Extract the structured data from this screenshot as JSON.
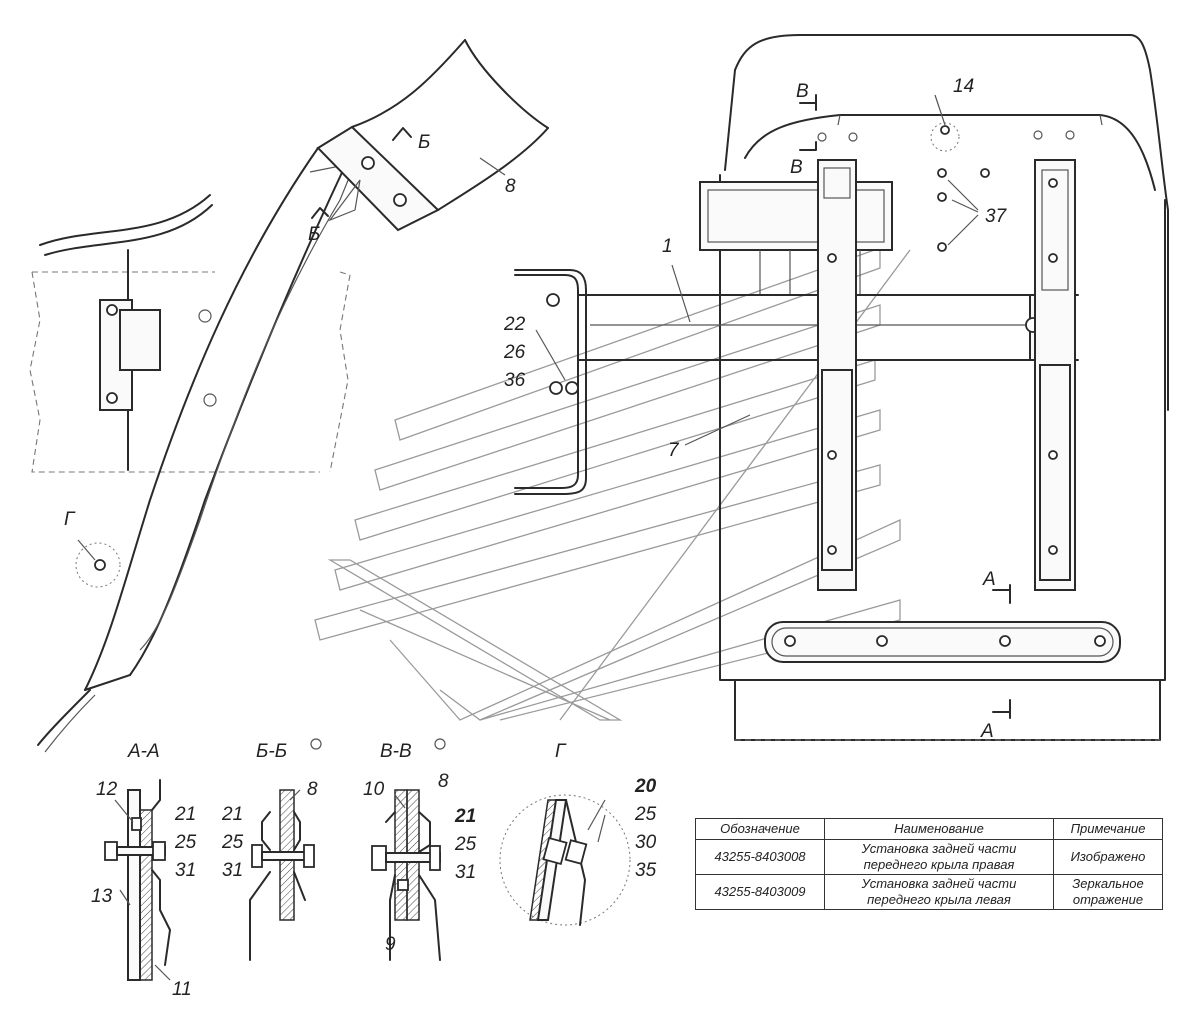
{
  "callouts": {
    "c1": "1",
    "c7": "7",
    "c8": "8",
    "c14": "14",
    "c37": "37",
    "c22": "22",
    "c26": "26",
    "c36": "36",
    "sec_b_top": "Б",
    "sec_b_mid": "Б",
    "sec_v_top": "В",
    "sec_v_bot": "В",
    "sec_a_top": "А",
    "sec_a_bot": "А",
    "view_g": "Г"
  },
  "details": {
    "aa": {
      "title": "А-А",
      "labels": [
        "12",
        "21",
        "25",
        "31",
        "13",
        "11"
      ]
    },
    "bb": {
      "title": "Б-Б",
      "labels": [
        "21",
        "25",
        "31",
        "8"
      ]
    },
    "vv": {
      "title": "В-В",
      "labels": [
        "10",
        "8",
        "21",
        "25",
        "31",
        "9"
      ]
    },
    "g": {
      "title": "Г",
      "labels": [
        "20",
        "25",
        "30",
        "35"
      ]
    }
  },
  "spec_table": {
    "headers": [
      "Обозначение",
      "Наименование",
      "Примечание"
    ],
    "rows": [
      {
        "code": "43255-8403008",
        "name": "Установка задней части переднего крыла правая",
        "note": "Изображено"
      },
      {
        "code": "43255-8403009",
        "name": "Установка задней части переднего крыла левая",
        "note": "Зеркальное отражение"
      }
    ]
  }
}
